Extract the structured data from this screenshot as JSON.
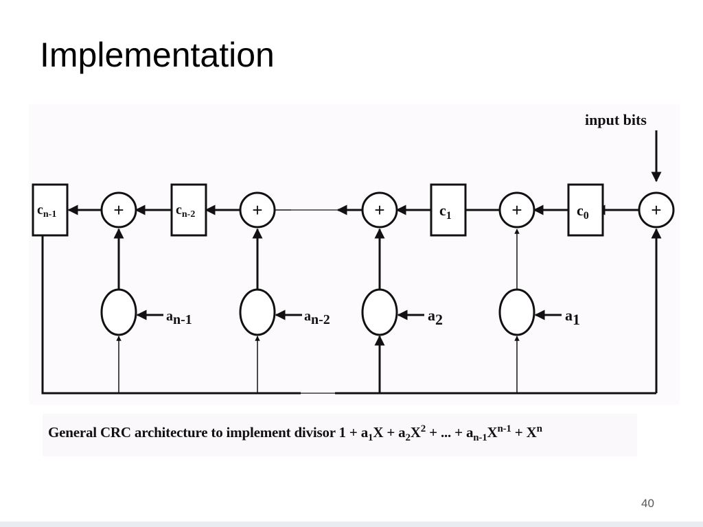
{
  "slide": {
    "title": "Implementation",
    "page_number": "40"
  },
  "diagram": {
    "input_label": "input bits",
    "registers": [
      {
        "base": "c",
        "sub": "n-1"
      },
      {
        "base": "c",
        "sub": "n-2"
      },
      {
        "base": "c",
        "sub": "1"
      },
      {
        "base": "c",
        "sub": "0"
      }
    ],
    "adder_symbol": "+",
    "multiplier_inputs": [
      {
        "base": "a",
        "sub": "n-1"
      },
      {
        "base": "a",
        "sub": "n-2"
      },
      {
        "base": "a",
        "sub": "2"
      },
      {
        "base": "a",
        "sub": "1"
      }
    ]
  },
  "caption": {
    "lead": "General CRC architecture to implement divisor 1 + a",
    "t1_sub": "1",
    "t1_rest": "X + a",
    "t2_sub": "2",
    "t2_var": "X",
    "t2_sup": "2",
    "mid": " + ... + a",
    "t3_sub": "n-1",
    "t3_var": "X",
    "t3_sup": "n-1",
    "tail": " + X",
    "t4_sup": "n"
  }
}
